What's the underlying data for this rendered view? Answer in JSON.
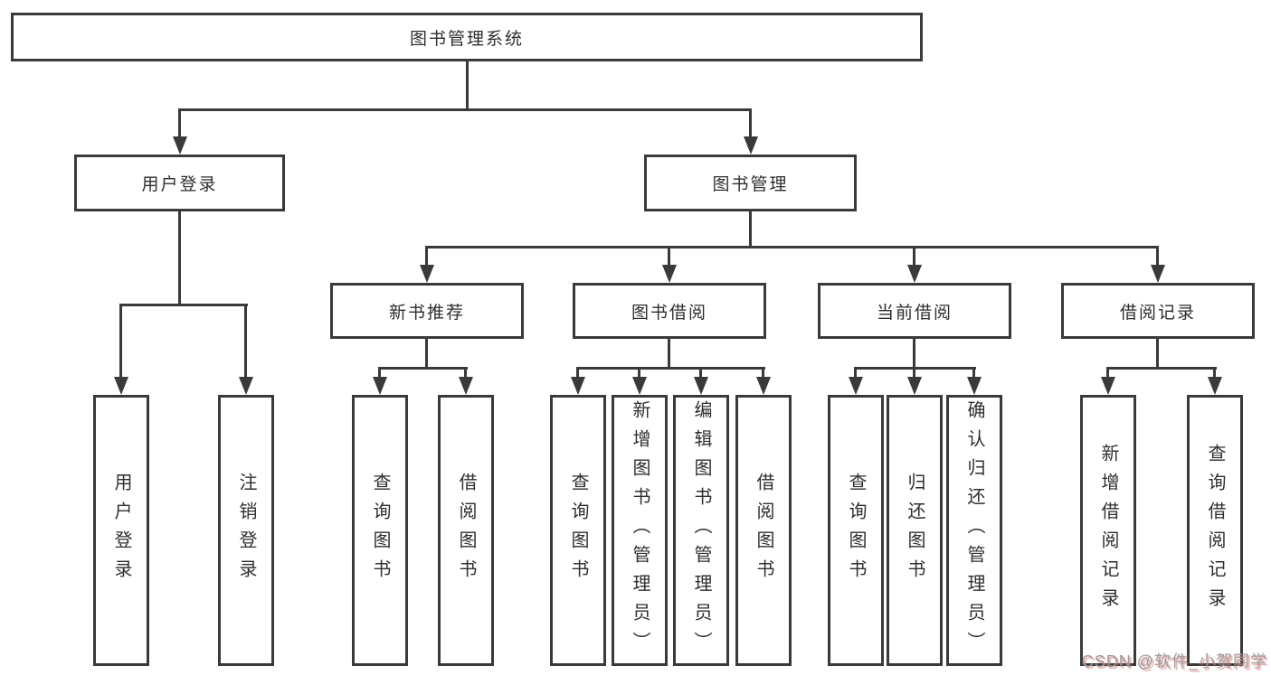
{
  "diagram": {
    "root": {
      "label": "图书管理系统"
    },
    "level2": [
      {
        "label": "用户登录"
      },
      {
        "label": "图书管理"
      }
    ],
    "level3": [
      {
        "label": "新书推荐"
      },
      {
        "label": "图书借阅"
      },
      {
        "label": "当前借阅"
      },
      {
        "label": "借阅记录"
      }
    ],
    "leaves": {
      "login": [
        {
          "label": "用户登录"
        },
        {
          "label": "注销登录"
        }
      ],
      "recommend": [
        {
          "label": "查询图书"
        },
        {
          "label": "借阅图书"
        }
      ],
      "borrow": [
        {
          "label": "查询图书"
        },
        {
          "label": "新增图书（管理员）"
        },
        {
          "label": "编辑图书（管理员）"
        },
        {
          "label": "借阅图书"
        }
      ],
      "current": [
        {
          "label": "查询图书"
        },
        {
          "label": "归还图书"
        },
        {
          "label": "确认归还（管理员）"
        }
      ],
      "records": [
        {
          "label": "新增借阅记录"
        },
        {
          "label": "查询借阅记录"
        }
      ]
    }
  },
  "watermark": {
    "text": "CSDN @软件_小贺同学"
  },
  "colors": {
    "line": "#3a3a3a",
    "text": "#2e2e2e",
    "watermark_text": "#9b9b9b",
    "watermark_shadow": "#d96a6a"
  }
}
